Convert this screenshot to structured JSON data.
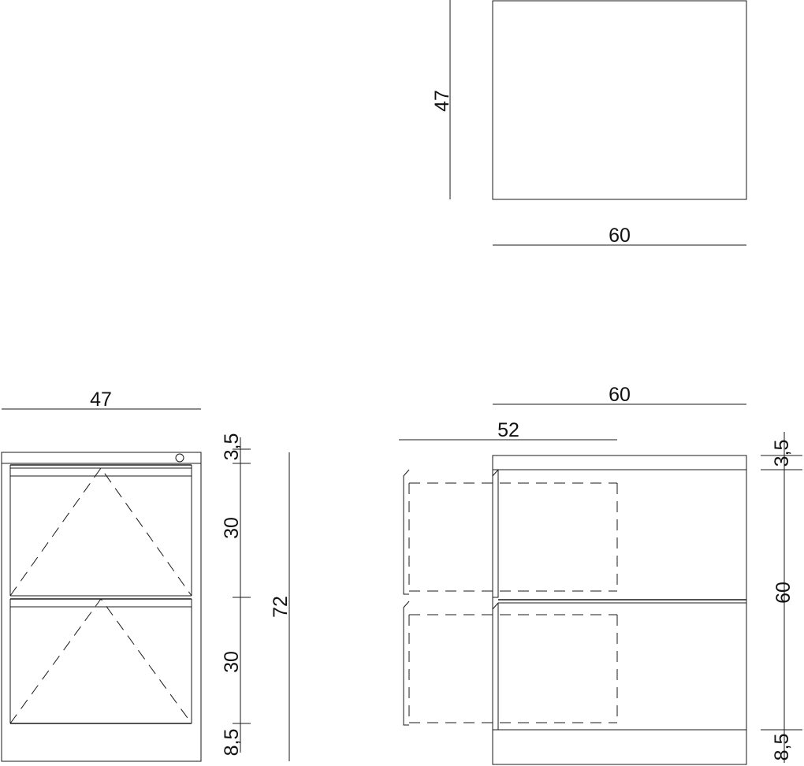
{
  "top_view": {
    "depth_label": "47",
    "width_label": "60"
  },
  "side_view": {
    "depth_label": "47",
    "top_thickness_label": "3,5",
    "upper_drawer_label": "30",
    "lower_drawer_label": "30",
    "plinth_label": "8,5",
    "total_height_label": "72"
  },
  "front_view": {
    "width_label": "60",
    "drawer_extension_label": "52",
    "top_thickness_label": "3,5",
    "drawers_height_label": "60",
    "plinth_label": "8,5"
  }
}
